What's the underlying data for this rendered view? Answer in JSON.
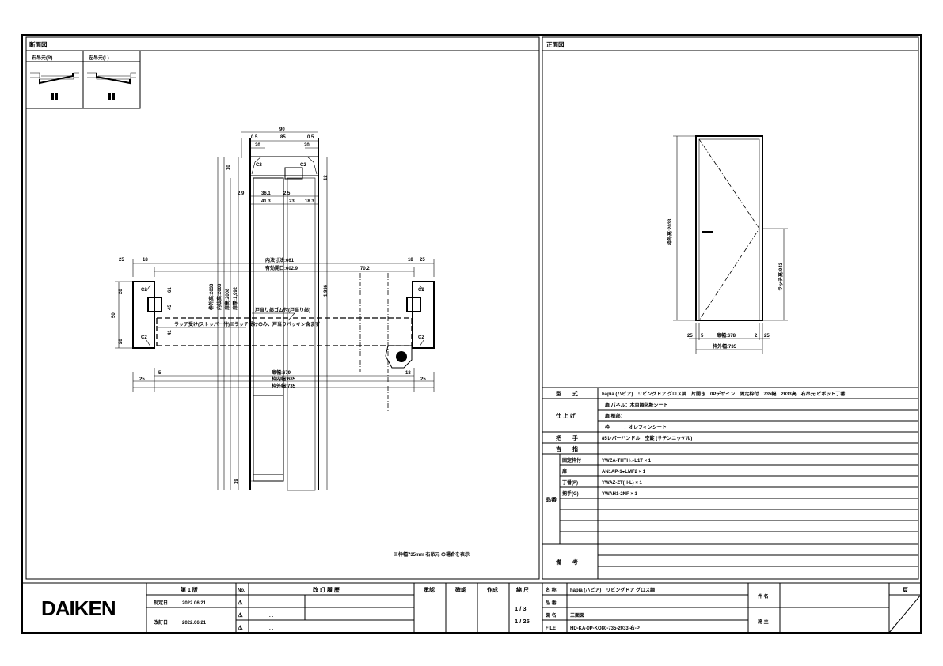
{
  "section_panel": {
    "title": "断面図",
    "hinge_right": "右吊元(R)",
    "hinge_left": "左吊元(L)"
  },
  "elevation_panel": {
    "title": "正面図"
  },
  "section_dims": {
    "top_width": "90",
    "top_a": "0.5",
    "top_b": "85",
    "top_c": "0.5",
    "top_d": "20",
    "top_e": "20",
    "h10": "10",
    "h12": "12",
    "d29": "2.9",
    "d361": "36.1",
    "d25a": "2.5",
    "d413": "41.3",
    "d23": "23",
    "d183": "18.3",
    "left25": "25",
    "left18": "18",
    "inner": "内法寸法:661",
    "effective": "有効開口:602.9",
    "d702": "70.2",
    "right18": "18",
    "right25": "25",
    "v20a": "20",
    "v50": "50",
    "v20b": "20",
    "v61": "61",
    "v45": "45",
    "v41": "41",
    "h_a": "枠外高:2033",
    "h_b": "内法高:2008",
    "h_c": "扉高:2008",
    "h_d": "扉厚:1,992",
    "hz": "1,996",
    "note_gap": "戸当り部ゴム付(戸当り部)",
    "note_latch": "ラッチ受け(ストッパー付)※ラッチ受けのみ、戸当りパッキン含まず",
    "b5": "5",
    "door_w": "扉幅:679",
    "frame_in": "枠内幅:685",
    "frame_out": "枠外幅:735",
    "b25l": "25",
    "b25r": "25",
    "b18": "18",
    "bot_dim": "19",
    "footnote": "※枠幅735mm 右吊元 の場合を表示"
  },
  "elevation_dims": {
    "height": "枠外高:2033",
    "latch": "ラッチ高:943",
    "b25l": "25",
    "b5": "5",
    "door_w": "扉幅:678",
    "b2": "2",
    "b25r": "25",
    "outer_w": "枠外幅:735"
  },
  "spec": {
    "type_label": "型　　式",
    "type_value": "hapia (ハピア)　リビングドア グロス調　片開き　0Pデザイン　固定枠付　735幅　2033高　右吊元 ピボット丁番",
    "finish_label": "仕 上 げ",
    "finish": [
      "扉 パネル：木目調化粧シート",
      "扉 框部：",
      "枠　　　：オレフィンシート"
    ],
    "handle_label": "把　　手",
    "handle_value": "85レバーハンドル　空錠 (サテンニッケル)",
    "hardware_label": "吉　　指",
    "hardware_value": "",
    "parts_label": "品番",
    "parts": [
      {
        "name": "固定枠付",
        "code": "YWZA-THTH○-L1T × 1"
      },
      {
        "name": "扉",
        "code": "AN1AP-1●LMF2 × 1"
      },
      {
        "name": "丁番(P)",
        "code": "YWAZ-ZT(H-L) × 1"
      },
      {
        "name": "把手(G)",
        "code": "YWAH1-2NF × 1"
      }
    ],
    "remarks_label": "備　　考"
  },
  "title_block": {
    "logo": "DAIKEN",
    "edition": "第 1 版",
    "established_label": "制定日",
    "established_date": "2022.06.21",
    "revised_label": "改訂日",
    "revised_date": "2022.06.21",
    "no_label": "No.",
    "history_label": "改 訂 履 歴",
    "history_rows": [
      ". .",
      ". .",
      ". ."
    ],
    "approve": "承認",
    "check": "確認",
    "create": "作成",
    "scale": "縮 尺",
    "scale_values": [
      "1 / 3",
      "1 / 25"
    ],
    "name_label": "名 称",
    "name_value": "hapia (ハピア)　リビングドア グロス調",
    "code_label": "品 番",
    "code_value": "",
    "drawing_label": "図 名",
    "drawing_value": "三面図",
    "file_label": "FILE",
    "file_value": "HD-KA-0P-KO80-735-2033-右-P",
    "project_label": "件 名",
    "owner_label": "施 主",
    "page_label": "頁"
  }
}
